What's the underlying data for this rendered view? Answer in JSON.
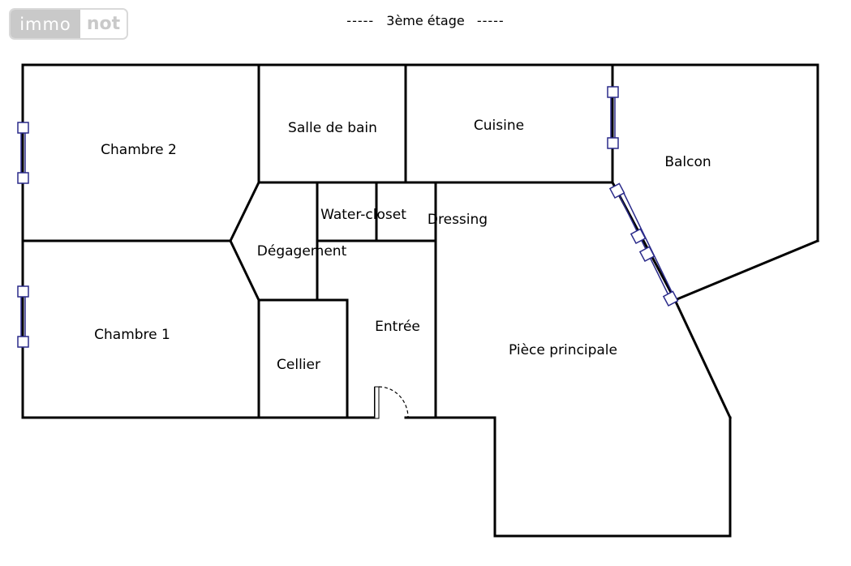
{
  "brand": {
    "part1": "immo",
    "part2": "not"
  },
  "header": {
    "title": "3ème étage",
    "dash": "-----"
  },
  "rooms": {
    "chambre2": "Chambre 2",
    "salle_de_bain": "Salle de bain",
    "cuisine": "Cuisine",
    "balcon": "Balcon",
    "water_closet": "Water-closet",
    "dressing": "Dressing",
    "degagement": "Dégagement",
    "chambre1": "Chambre 1",
    "entree": "Entrée",
    "cellier": "Cellier",
    "piece_principale": "Pièce principale"
  },
  "colors": {
    "wall": "#000000",
    "window": "#2a2a8a",
    "logo_grey": "#c9c9c9"
  }
}
